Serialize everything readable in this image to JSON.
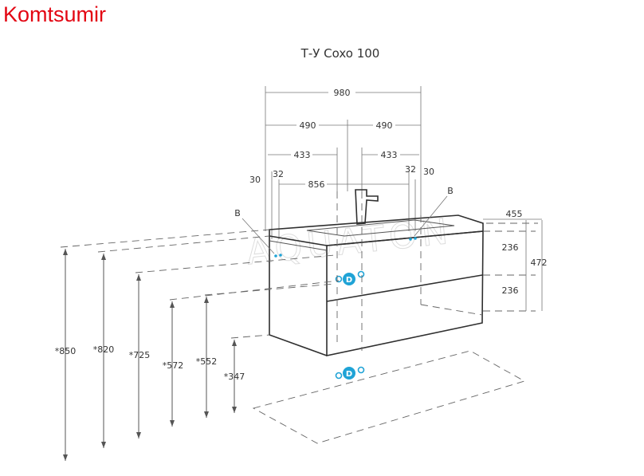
{
  "brand": "Komtsumir",
  "title": "Т-У Coxo 100",
  "watermark": "AQUATON",
  "dimensions": {
    "top_width": "980",
    "half_left": "490",
    "half_right": "490",
    "off_left": "433",
    "off_right": "433",
    "inner_width": "856",
    "edge_left_30": "30",
    "edge_left_32": "32",
    "edge_right_32": "32",
    "edge_right_30": "30",
    "depth": "455",
    "upper_drawer": "236",
    "lower_drawer": "236",
    "total_height": "472",
    "h850": "*850",
    "h820": "*820",
    "h725": "*725",
    "h572": "*572",
    "h552": "*552",
    "h347": "*347"
  },
  "labels": {
    "b_left": "B",
    "b_right": "B",
    "d_upper": "D",
    "d_lower": "D"
  },
  "colors": {
    "brand": "#e30613",
    "connector": "#1fa3d6",
    "line": "#555555"
  }
}
